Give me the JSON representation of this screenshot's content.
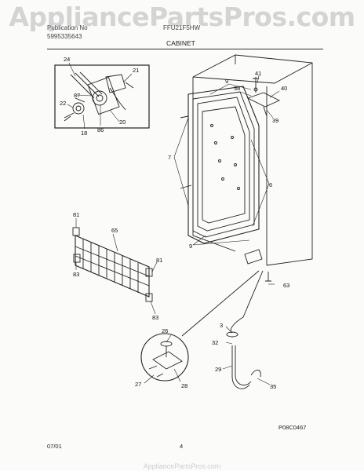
{
  "watermark": "AppliancePartsPros.com",
  "header": {
    "publication_label": "Publication No",
    "publication_no": "5995335643",
    "model_label": "FFU21F5HW",
    "section_title": "CABINET"
  },
  "callouts": [
    "24",
    "21",
    "87",
    "22",
    "20",
    "18",
    "86",
    "9",
    "41",
    "38",
    "40",
    "39",
    "7",
    "6",
    "9",
    "81",
    "65",
    "81",
    "83",
    "83",
    "63",
    "26",
    "3",
    "32",
    "29",
    "27",
    "28",
    "35"
  ],
  "figure_code": "P08C0467",
  "footer": {
    "date": "07/01",
    "page": "4"
  },
  "bottom_watermark": "AppliancePartsPros.com",
  "colors": {
    "line": "#222222",
    "watermark": "#969696"
  }
}
